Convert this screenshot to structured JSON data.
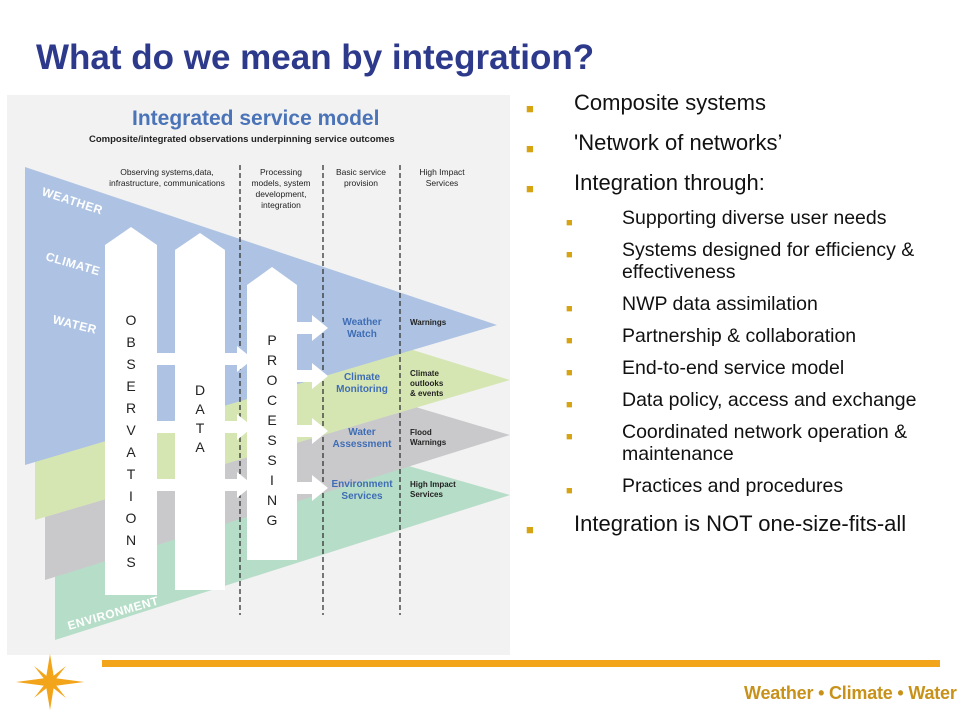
{
  "title": "What do we mean by integration?",
  "diagram": {
    "title": "Integrated service model",
    "subtitle": "Composite/integrated observations underpinning service outcomes",
    "columns": [
      [
        "Observing systems,data,",
        "infrastructure, communications"
      ],
      [
        "Processing",
        "models, system",
        "development,",
        "integration"
      ],
      [
        "Basic service",
        "provision"
      ],
      [
        "High Impact",
        "Services"
      ]
    ],
    "domains": [
      "WEATHER",
      "CLIMATE",
      "WATER",
      "ENVIRONMENT"
    ],
    "observations_letters": [
      "O",
      "B",
      "S",
      "E",
      "R",
      "V",
      "A",
      "T",
      "I",
      "O",
      "N",
      "S"
    ],
    "data_letters": [
      "D",
      "A",
      "T",
      "A"
    ],
    "processing_letters": [
      "P",
      "R",
      "O",
      "C",
      "E",
      "S",
      "S",
      "I",
      "N",
      "G"
    ],
    "services": [
      {
        "label": [
          "Weather",
          "Watch"
        ],
        "outcome": [
          "Warnings"
        ]
      },
      {
        "label": [
          "Climate",
          "Monitoring"
        ],
        "outcome": [
          "Climate",
          "outlooks",
          "& events"
        ]
      },
      {
        "label": [
          "Water",
          "Assessment"
        ],
        "outcome": [
          "Flood",
          "Warnings"
        ]
      },
      {
        "label": [
          "Environment",
          "Services"
        ],
        "outcome": [
          "High Impact",
          "Services"
        ]
      }
    ],
    "colors": {
      "weather": "#aec3e3",
      "climate": "#d6e6b3",
      "water": "#c9c9cc",
      "environment": "#b6ddc8",
      "service_text": "#3f6db5",
      "header_title": "#4a73b8"
    }
  },
  "bullets": [
    {
      "level": 1,
      "text": "Composite systems"
    },
    {
      "level": 1,
      "text": "'Network of networks’"
    },
    {
      "level": 1,
      "text": "Integration through:"
    },
    {
      "level": 2,
      "text": "Supporting diverse user needs"
    },
    {
      "level": 2,
      "text": "Systems designed for efficiency & effectiveness"
    },
    {
      "level": 2,
      "text": "NWP data assimilation"
    },
    {
      "level": 2,
      "text": "Partnership & collaboration"
    },
    {
      "level": 2,
      "text": "End-to-end service model"
    },
    {
      "level": 2,
      "text": "Data policy, access and exchange"
    },
    {
      "level": 2,
      "text": "Coordinated network operation & maintenance"
    },
    {
      "level": 2,
      "text": "Practices and procedures"
    },
    {
      "level": 1,
      "text": "Integration is NOT one-size-fits-all"
    }
  ],
  "bullet_marker": "■",
  "footer": {
    "brand": "Weather • Climate • Water",
    "accent": "#f2a51b"
  },
  "logo_icon": "wmo-compass-star-icon"
}
